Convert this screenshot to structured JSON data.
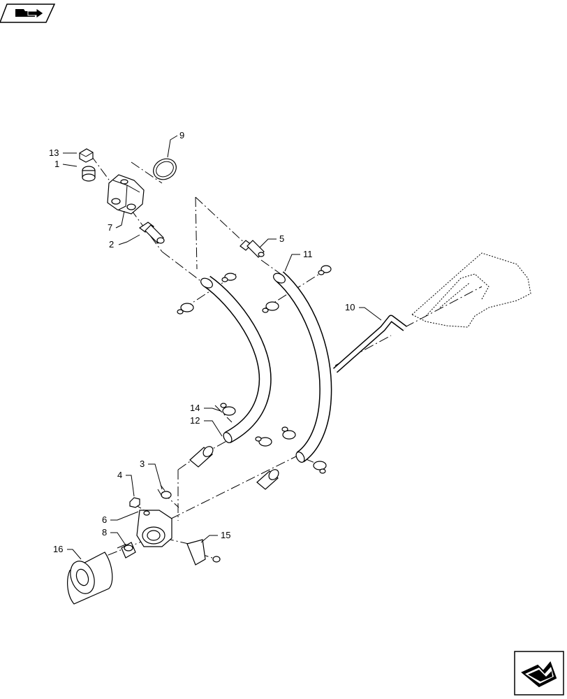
{
  "nav": {
    "top_icon": "folder-return-arrow-icon",
    "bottom_icon": "next-page-arrow-icon"
  },
  "callouts": {
    "c1": "1",
    "c2": "2",
    "c3": "3",
    "c4": "4",
    "c5": "5",
    "c6": "6",
    "c7": "7",
    "c8": "8",
    "c9": "9",
    "c10": "10",
    "c11": "11",
    "c12": "12",
    "c13": "13",
    "c14": "14",
    "c15": "15",
    "c16": "16"
  }
}
